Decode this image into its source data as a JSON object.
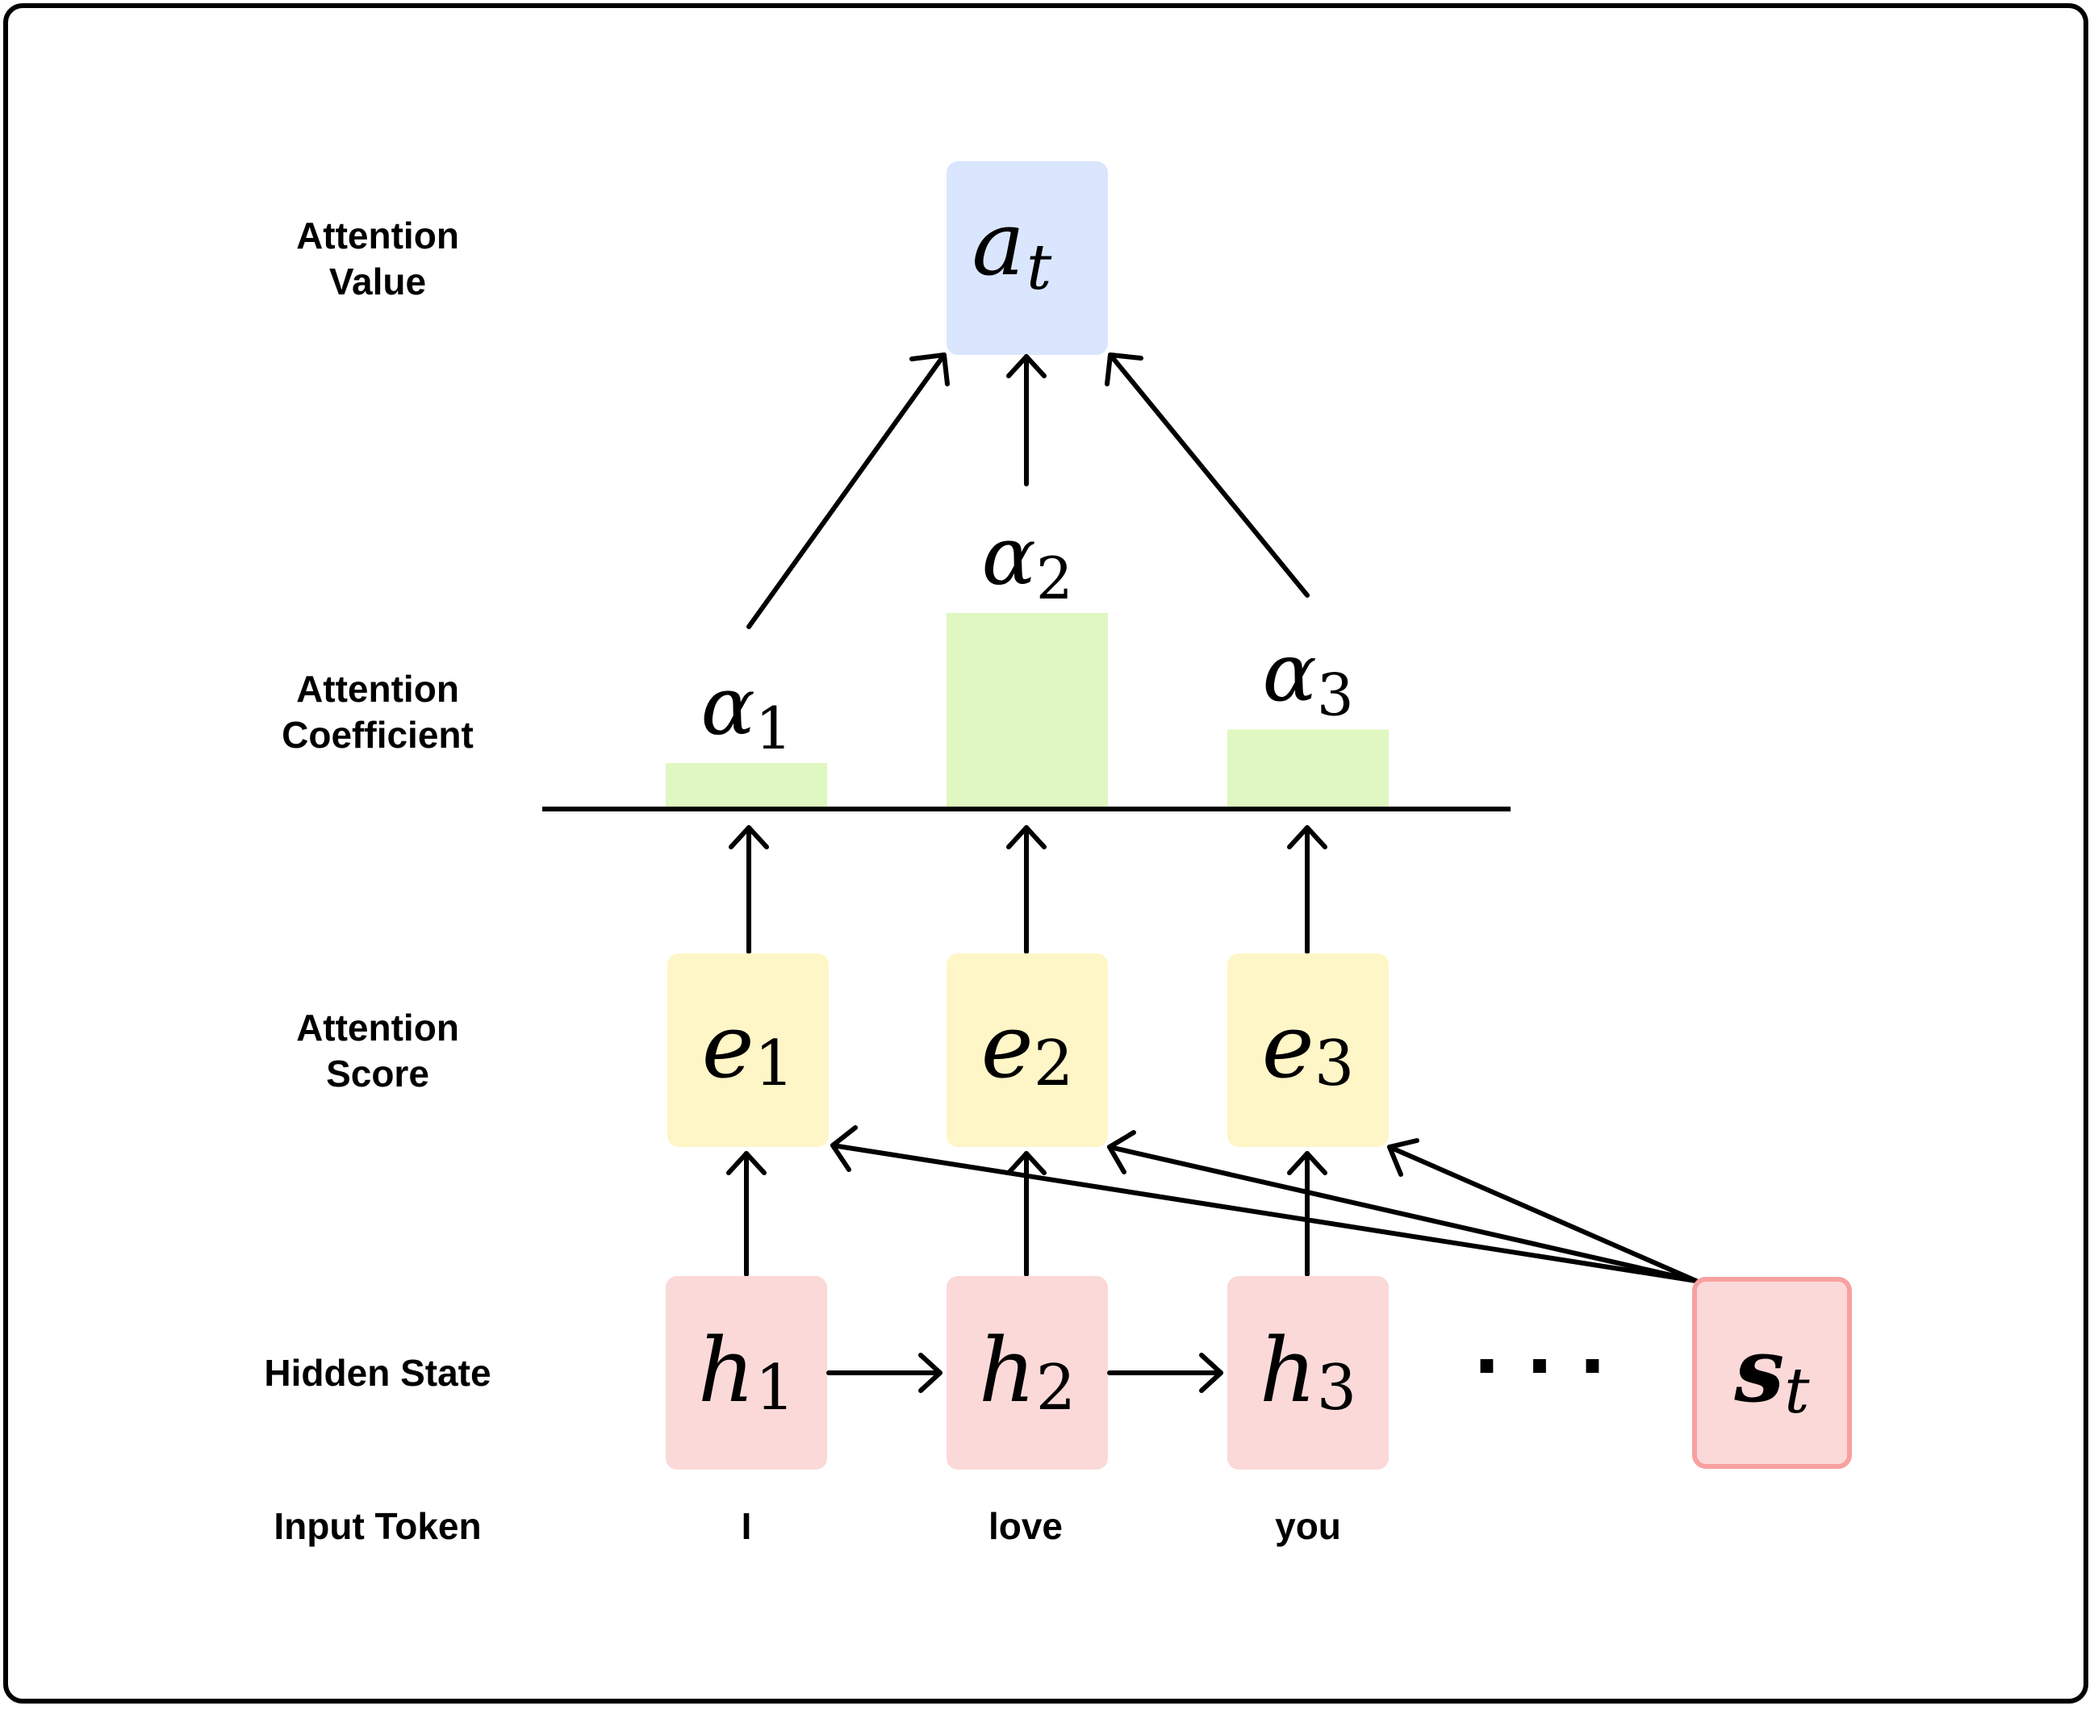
{
  "colors": {
    "attention_value_fill": "#dae6fe",
    "coefficient_fill": "#dff7c0",
    "score_fill": "#fef6c6",
    "hidden_fill": "#fbd9d9",
    "decoder_stroke": "#f8a0a0"
  },
  "row_labels": {
    "attention_value": [
      "Attention",
      "Value"
    ],
    "attention_coefficient": [
      "Attention",
      "Coefficient"
    ],
    "attention_score": [
      "Attention",
      "Score"
    ],
    "hidden_state": "Hidden State",
    "input_token": "Input Token"
  },
  "attention_value": {
    "symbol": "a",
    "sub": "t"
  },
  "coefficients": [
    {
      "symbol": "α",
      "sub": "1",
      "weight": 0.22
    },
    {
      "symbol": "α",
      "sub": "2",
      "weight": 0.98
    },
    {
      "symbol": "α",
      "sub": "3",
      "weight": 0.39
    }
  ],
  "scores": [
    {
      "symbol": "e",
      "sub": "1"
    },
    {
      "symbol": "e",
      "sub": "2"
    },
    {
      "symbol": "e",
      "sub": "3"
    }
  ],
  "hidden_states": [
    {
      "symbol": "h",
      "sub": "1"
    },
    {
      "symbol": "h",
      "sub": "2"
    },
    {
      "symbol": "h",
      "sub": "3"
    }
  ],
  "ellipsis": "· · ·",
  "decoder_state": {
    "symbol": "s",
    "sub": "t"
  },
  "tokens": [
    "I",
    "love",
    "you"
  ]
}
